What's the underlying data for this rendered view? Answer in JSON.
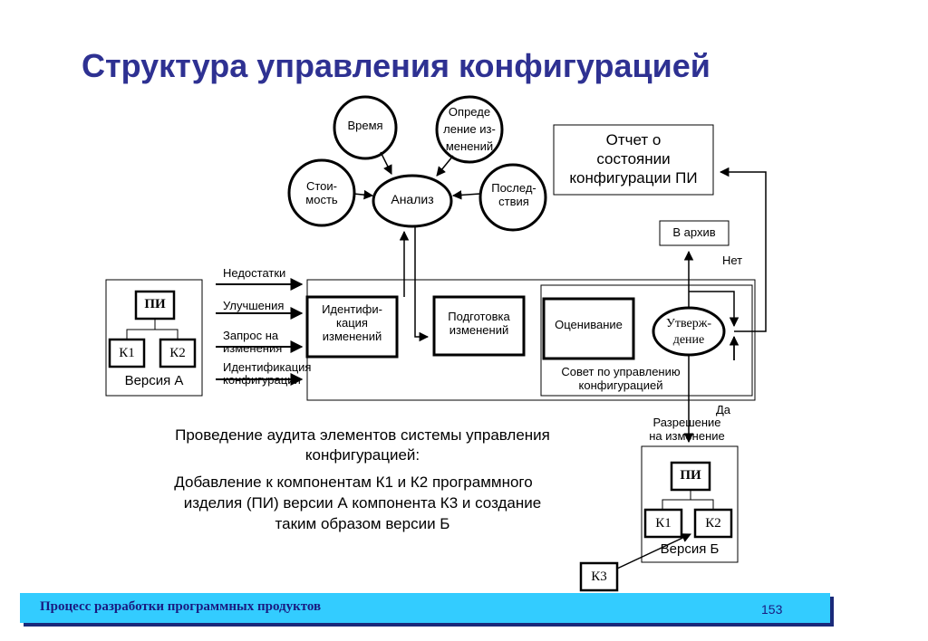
{
  "title": "Структура управления конфигурацией",
  "analysis": {
    "center": "Анализ",
    "time": "Время",
    "cost": [
      "Стои-",
      "мость"
    ],
    "definition": [
      "Опреде",
      "ление из-",
      "менений"
    ],
    "consequences": [
      "Послед-",
      "ствия"
    ]
  },
  "report": [
    "Отчет о",
    "состоянии",
    "конфигурации ПИ"
  ],
  "archive": "В архив",
  "no_label": "Нет",
  "yes_label": "Да",
  "inputs": {
    "defects": "Недостатки",
    "improvements": "Улучшения",
    "request": [
      "Запрос на",
      "изменения"
    ],
    "identification": [
      "Идентификация",
      "конфигурации"
    ]
  },
  "version_a": {
    "pi": "ПИ",
    "k1": "К1",
    "k2": "К2",
    "label": "Версия А"
  },
  "process": {
    "identification": [
      "Идентифи-",
      "кация",
      "изменений"
    ],
    "preparation": [
      "Подготовка",
      "изменений"
    ],
    "evaluation": "Оценивание",
    "approval": [
      "Утверж-",
      "дение"
    ],
    "council": [
      "Совет по управлению",
      "конфигурацией"
    ]
  },
  "permission": [
    "Разрешение",
    "на изменение"
  ],
  "version_b": {
    "pi": "ПИ",
    "k1": "К1",
    "k2": "К2",
    "label": "Версия Б"
  },
  "k3": "К3",
  "description": {
    "line1": "Проведение аудита элементов системы управления",
    "line2": "конфигурацией:",
    "line3": "Добавление к компонентам К1 и К2 программного",
    "line4": "изделия (ПИ)  версии А компонента К3 и создание",
    "line5": "таким образом версии Б"
  },
  "footer": {
    "text": "Процесс разработки программных продуктов",
    "page": "153"
  }
}
